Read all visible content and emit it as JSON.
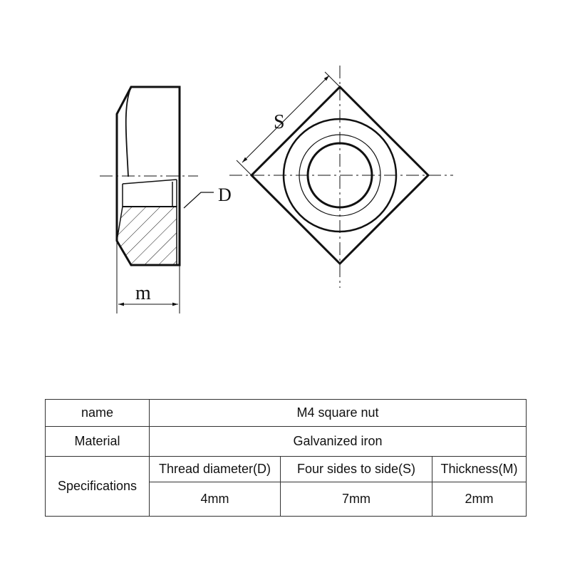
{
  "diagram": {
    "label_s": "S",
    "label_d": "D",
    "label_m": "m"
  },
  "table": {
    "row_name": {
      "label": "name",
      "value": "M4 square nut"
    },
    "row_material": {
      "label": "Material",
      "value": "Galvanized iron"
    },
    "row_specs": {
      "label": "Specifications",
      "headers": [
        "Thread diameter(D)",
        "Four sides to side(S)",
        "Thickness(M)"
      ],
      "values": [
        "4mm",
        "7mm",
        "2mm"
      ]
    }
  },
  "colors": {
    "line": "#111111",
    "border": "#333333"
  }
}
